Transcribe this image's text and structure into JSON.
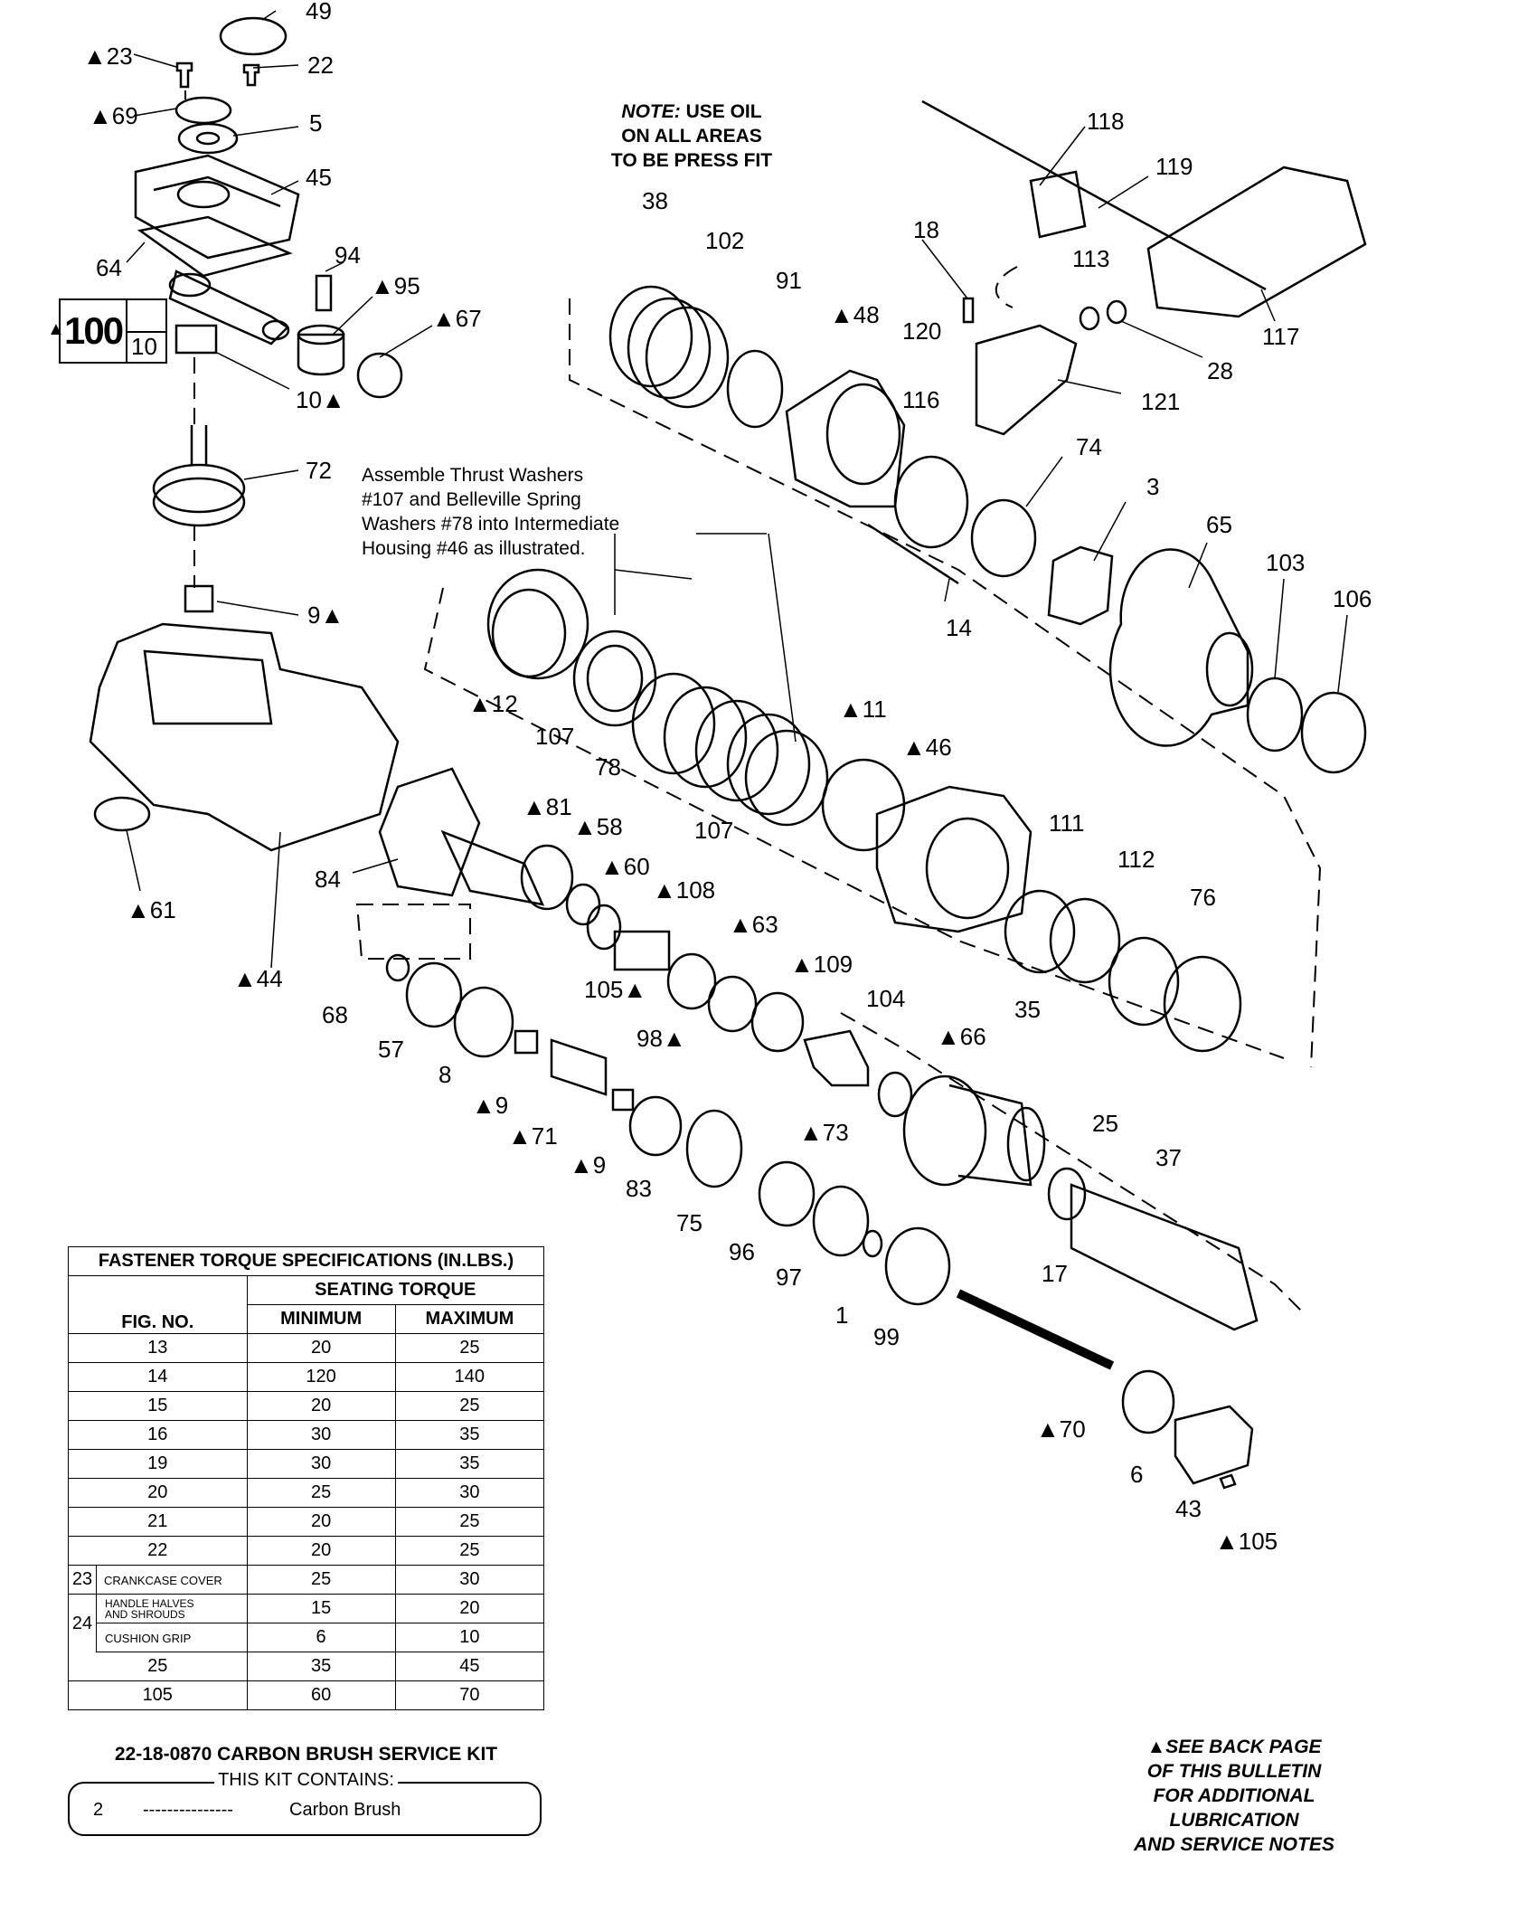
{
  "note": {
    "label": "NOTE:",
    "lines": [
      "USE OIL",
      "ON ALL AREAS",
      "TO BE PRESS FIT"
    ]
  },
  "assemble_note": [
    "Assemble Thrust Washers",
    "#107 and Belleville Spring",
    "Washers #78 into Intermediate",
    "Housing #46 as illustrated."
  ],
  "see_back": [
    "▲SEE BACK PAGE",
    "OF THIS BULLETIN",
    "FOR ADDITIONAL",
    "LUBRICATION",
    "AND SERVICE NOTES"
  ],
  "kit100": {
    "big": "100",
    "small": "10",
    "marker": "▲"
  },
  "hidden_kit_text": "",
  "part_labels": [
    "49",
    "▲23",
    "22",
    "▲69",
    "5",
    "45",
    "64",
    "94",
    "▲95",
    "▲67",
    "10▲",
    "72",
    "9▲",
    "▲61",
    "▲44",
    "84",
    "38",
    "102",
    "91",
    "▲48",
    "18",
    "120",
    "116",
    "113",
    "28",
    "118",
    "119",
    "117",
    "121",
    "74",
    "3",
    "65",
    "103",
    "106",
    "14",
    "▲12",
    "107",
    "78",
    "107",
    "▲11",
    "▲46",
    "111",
    "112",
    "76",
    "35",
    "▲81",
    "▲58",
    "▲60",
    "▲108",
    "▲63",
    "▲109",
    "104",
    "▲66",
    "105▲",
    "98▲",
    "68",
    "57",
    "8",
    "▲9",
    "▲71",
    "▲9",
    "83",
    "75",
    "96",
    "97",
    "1",
    "99",
    "▲73",
    "25",
    "37",
    "17",
    "▲70",
    "6",
    "43",
    "▲105"
  ],
  "torque_table": {
    "title": "FASTENER TORQUE SPECIFICATIONS (IN.LBS.)",
    "seating": "SEATING TORQUE",
    "col_fig": "FIG. NO.",
    "col_min": "MINIMUM",
    "col_max": "MAXIMUM",
    "rows": [
      {
        "fig": "13",
        "min": "20",
        "max": "25"
      },
      {
        "fig": "14",
        "min": "120",
        "max": "140"
      },
      {
        "fig": "15",
        "min": "20",
        "max": "25"
      },
      {
        "fig": "16",
        "min": "30",
        "max": "35"
      },
      {
        "fig": "19",
        "min": "30",
        "max": "35"
      },
      {
        "fig": "20",
        "min": "25",
        "max": "30"
      },
      {
        "fig": "21",
        "min": "20",
        "max": "25"
      },
      {
        "fig": "22",
        "min": "20",
        "max": "25"
      }
    ],
    "row23": {
      "fig": "23",
      "desc": "CRANKCASE COVER",
      "min": "25",
      "max": "30"
    },
    "row24": {
      "fig": "24",
      "desc_a": "HANDLE HALVES AND SHROUDS",
      "min_a": "15",
      "max_a": "20",
      "desc_b": "CUSHION GRIP",
      "min_b": "6",
      "max_b": "10"
    },
    "rows_after": [
      {
        "fig": "25",
        "min": "35",
        "max": "45"
      },
      {
        "fig": "105",
        "min": "60",
        "max": "70"
      }
    ]
  },
  "kit": {
    "title": "22-18-0870 CARBON BRUSH SERVICE KIT",
    "contains": "THIS KIT CONTAINS:",
    "qty": "2",
    "dashes": "---------------",
    "item": "Carbon Brush"
  }
}
